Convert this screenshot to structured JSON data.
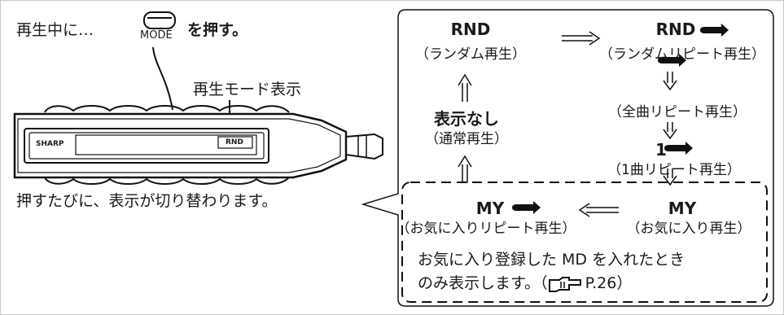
{
  "instruction": {
    "prefix": "再生中に…",
    "button_label": "MODE",
    "suffix": "を押す。"
  },
  "display_callout": "再生モード表示",
  "device": {
    "brand": "SHARP",
    "display_text": "RND"
  },
  "press_note": "押すたびに、表示が切り替わります。",
  "modes": {
    "rnd": {
      "label": "RND",
      "sub": "（ランダム再生）"
    },
    "rnd_repeat": {
      "label": "RND",
      "sub": "（ランダムリピート再生）"
    },
    "all_repeat": {
      "sub": "（全曲リピート再生）"
    },
    "one_repeat": {
      "label": "1",
      "sub": "（1曲リピート再生）"
    },
    "my": {
      "label": "MY",
      "sub": "（お気に入り再生）"
    },
    "my_repeat": {
      "label": "MY",
      "sub": "（お気に入りリピート再生）"
    },
    "none": {
      "label": "表示なし",
      "sub": "（通常再生）"
    }
  },
  "footnote": {
    "line1": "お気に入り登録した MD を入れたとき",
    "line2_prefix": "のみ表示します。（",
    "page_ref": "P.26",
    "line2_suffix": "）"
  },
  "icons": {
    "repeat": "repeat-arrow-icon",
    "reference": "pointing-hand-icon",
    "button": "mode-button-icon"
  },
  "colors": {
    "ink": "#1a1a1a",
    "border": "#c8c8c8"
  }
}
